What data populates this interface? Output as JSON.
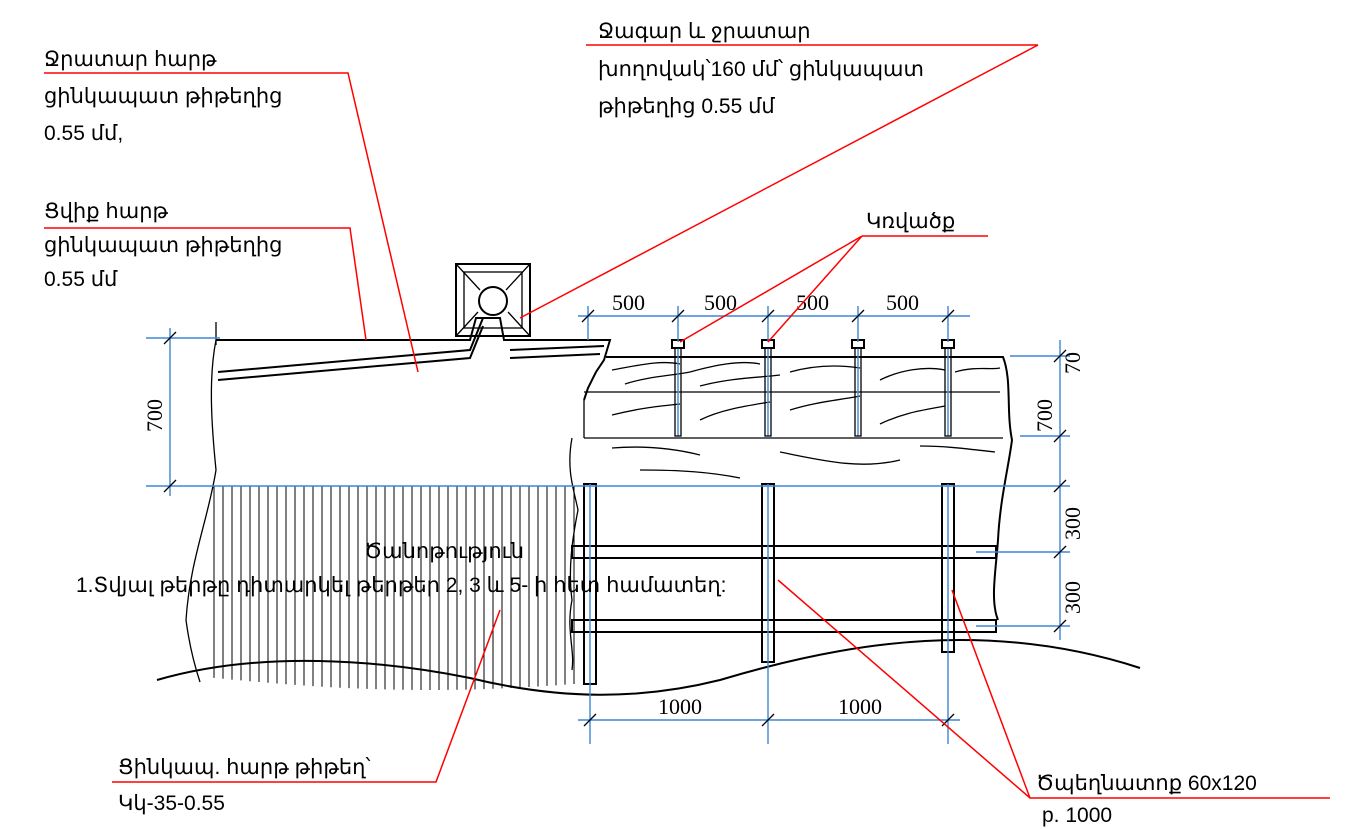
{
  "labels": {
    "drain_sheet": [
      "Ջրատար հարթ",
      "ցինկապատ թիթեղից",
      "0.55 մմ,"
    ],
    "gutter": [
      "Ջագար և ջրատար",
      "խողովակ՝160 մմ՝ ցինկապատ",
      "թիթեղից 0.55 մմ"
    ],
    "drip_sheet": [
      "Ցվիք հարթ",
      "ցինկապատ թիթեղից",
      "0.55 մմ"
    ],
    "clamp": "Կռվածք",
    "note_title": "Ծանոթություն",
    "note_text": "1.Տվյալ թերթը դիտարկել թերթեր  2,  3 և 5- ի հետ համատեղ:",
    "profiled_sheet": [
      "Ցինկապ. հարթ թիթեղ՝",
      "Կկ-35-0.55"
    ],
    "beam": [
      "Ծպեղնատոք 60x120",
      "p. 1000"
    ]
  },
  "dimensions": {
    "bolt_spacing": [
      "500",
      "500",
      "500",
      "500"
    ],
    "post_spacing": [
      "1000",
      "1000"
    ],
    "left_height": "700",
    "right_top": "70",
    "right_mid": "700",
    "right_low1": "300",
    "right_low2": "300"
  },
  "colors": {
    "leader": "#ff0000",
    "dimension": "#3f86d6",
    "ink": "#000000"
  }
}
